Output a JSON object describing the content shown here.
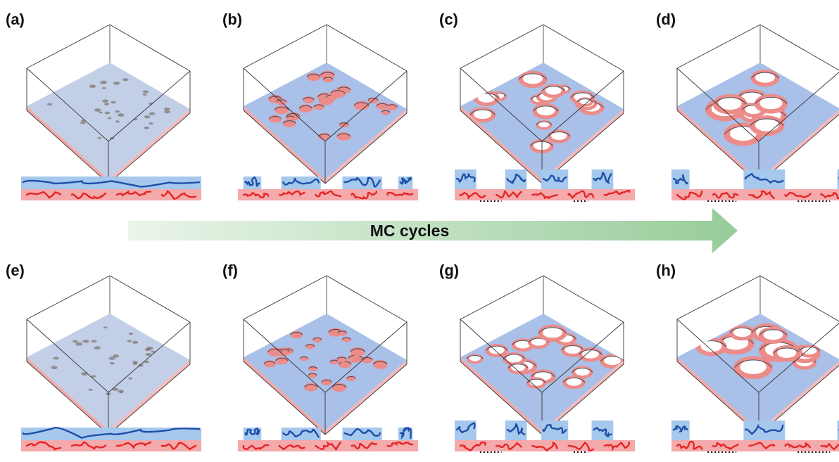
{
  "figure": {
    "arrow_label": "MC cycles",
    "colors": {
      "film_blue": "#a9c0e8",
      "pore_red": "#ec8c8a",
      "pore_white": "#ffffff",
      "strip_blue": "#a5c8ec",
      "strip_red": "#f4a9ab",
      "chain_blue": "#1d4fa8",
      "chain_red": "#e32626",
      "arrow_start": "#eaf5ea",
      "arrow_end": "#97cc99",
      "box_line": "#333333"
    },
    "panels": [
      {
        "label": "(a)",
        "stage": 0
      },
      {
        "label": "(b)",
        "stage": 1
      },
      {
        "label": "(c)",
        "stage": 2
      },
      {
        "label": "(d)",
        "stage": 3
      },
      {
        "label": "(e)",
        "stage": 0
      },
      {
        "label": "(f)",
        "stage": 1
      },
      {
        "label": "(g)",
        "stage": 2
      },
      {
        "label": "(h)",
        "stage": 3
      }
    ]
  }
}
